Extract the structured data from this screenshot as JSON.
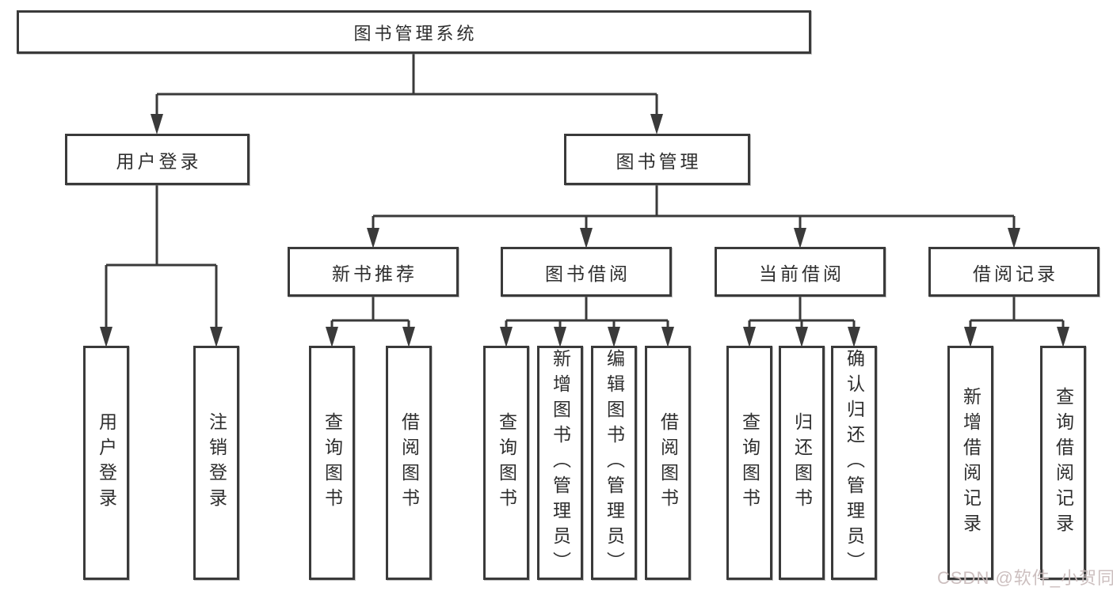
{
  "colors": {
    "line": "#3a3a3a",
    "box_border": "#3a3a3a",
    "box_background": "#ffffff",
    "text": "#2e2e2e",
    "watermark": "#c9bcbc"
  },
  "diagram": {
    "root": "图书管理系统",
    "level2": {
      "user_login": "用户登录",
      "book_management": "图书管理"
    },
    "level3": {
      "new_book_recommend": "新书推荐",
      "book_borrow": "图书借阅",
      "current_borrow": "当前借阅",
      "borrow_record": "借阅记录"
    },
    "leaves": {
      "user_login_login": "用户登录",
      "user_login_logout": "注销登录",
      "new_book_query": "查询图书",
      "new_book_borrow": "借阅图书",
      "borrow_query": "查询图书",
      "borrow_add": "新增图书（管理员）",
      "borrow_edit": "编辑图书（管理员）",
      "borrow_borrow": "借阅图书",
      "current_query": "查询图书",
      "current_return": "归还图书",
      "current_confirm": "确认归还（管理员）",
      "record_add": "新增借阅记录",
      "record_query": "查询借阅记录"
    }
  },
  "watermark": "CSDN @软件_小贺同学"
}
